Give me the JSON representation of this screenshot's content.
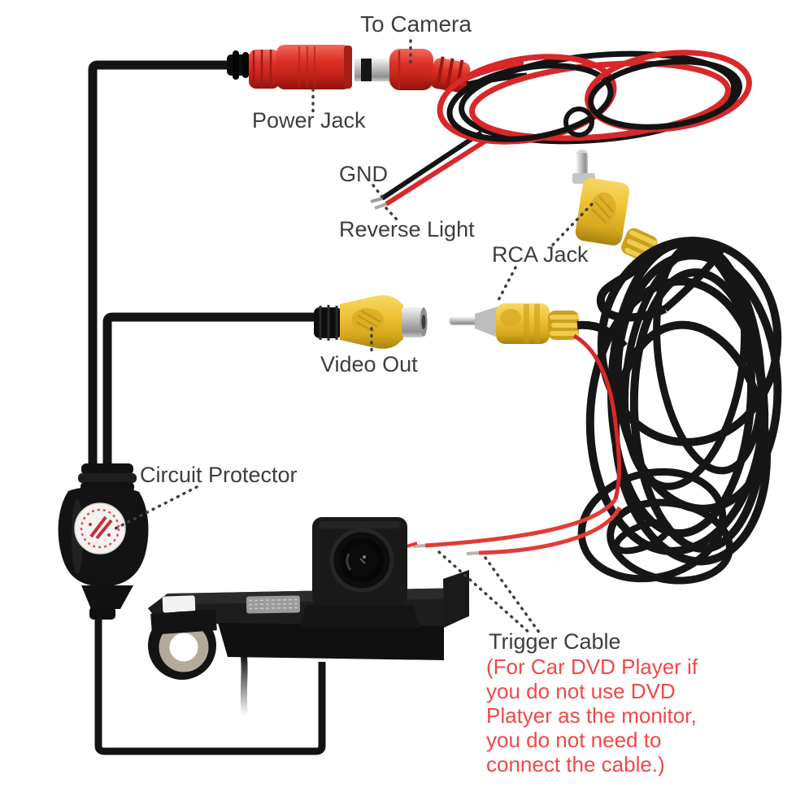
{
  "image": {
    "kind": "car rear-view camera wiring diagram photo",
    "background": "#ffffff"
  },
  "labels": {
    "to_camera": "To Camera",
    "power_jack": "Power Jack",
    "gnd": "GND",
    "reverse_light": "Reverse Light",
    "rca_jack": "RCA Jack",
    "video_out": "Video Out",
    "circuit_protector": "Circuit Protector",
    "trigger_cable": "Trigger Cable"
  },
  "trigger_note": {
    "lines": [
      "(For Car DVD Player if",
      "you do not use DVD",
      "Platyer as the monitor,",
      "you do not need to",
      "connect the cable.)"
    ]
  },
  "colors": {
    "label_text": "#3d3d3d",
    "note_text": "#f04848",
    "connector_red": "#dd3127",
    "rca_yellow": "#eec233",
    "cable_black": "#161616",
    "metal_silver": "#b5b5b5",
    "background": "#ffffff"
  }
}
